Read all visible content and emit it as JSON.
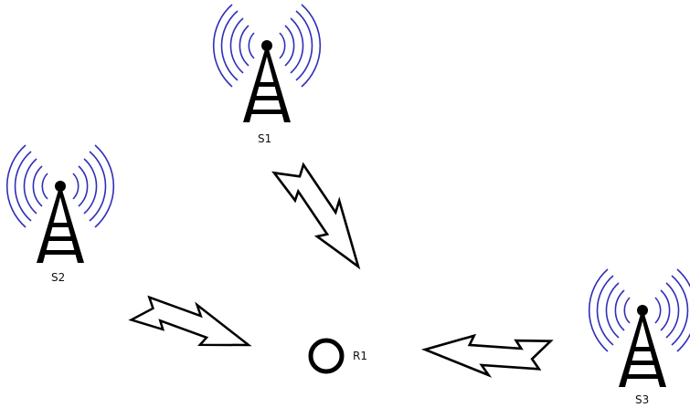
{
  "colors": {
    "wave": "#2f2fb8",
    "tower": "#000000",
    "arrow_stroke": "#000000",
    "arrow_fill": "#ffffff"
  },
  "towers": [
    {
      "id": "s1",
      "label": "S1",
      "icon": "antenna-tower-icon"
    },
    {
      "id": "s2",
      "label": "S2",
      "icon": "antenna-tower-icon"
    },
    {
      "id": "s3",
      "label": "S3",
      "icon": "antenna-tower-icon"
    }
  ],
  "receiver": {
    "label": "R1",
    "icon": "receiver-circle-icon"
  },
  "arrows": [
    {
      "from": "S1",
      "to": "R1",
      "icon": "lightning-arrow-icon"
    },
    {
      "from": "S2",
      "to": "R1",
      "icon": "lightning-arrow-icon"
    },
    {
      "from": "S3",
      "to": "R1",
      "icon": "lightning-arrow-icon"
    }
  ]
}
